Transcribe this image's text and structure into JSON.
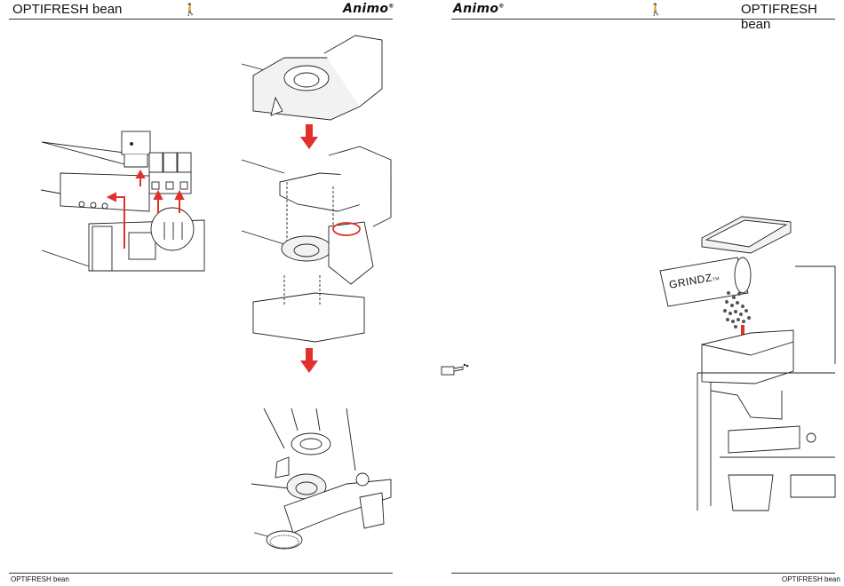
{
  "left_page": {
    "header_title": "OPTIFRESH bean",
    "brand": "Animo",
    "footer_title": "OPTIFRESH bean"
  },
  "right_page": {
    "header_title": "OPTIFRESH bean",
    "brand": "Animo",
    "footer_title": "OPTIFRESH bean"
  },
  "illustration": {
    "package_label": "GRINDZ",
    "package_tm": "TM"
  },
  "colors": {
    "arrow": "#e0312b",
    "line": "#222222",
    "fill": "#f2f2f2"
  },
  "icons": {
    "header_icon": "service-person-icon",
    "note_icon": "pointing-hand-icon"
  }
}
